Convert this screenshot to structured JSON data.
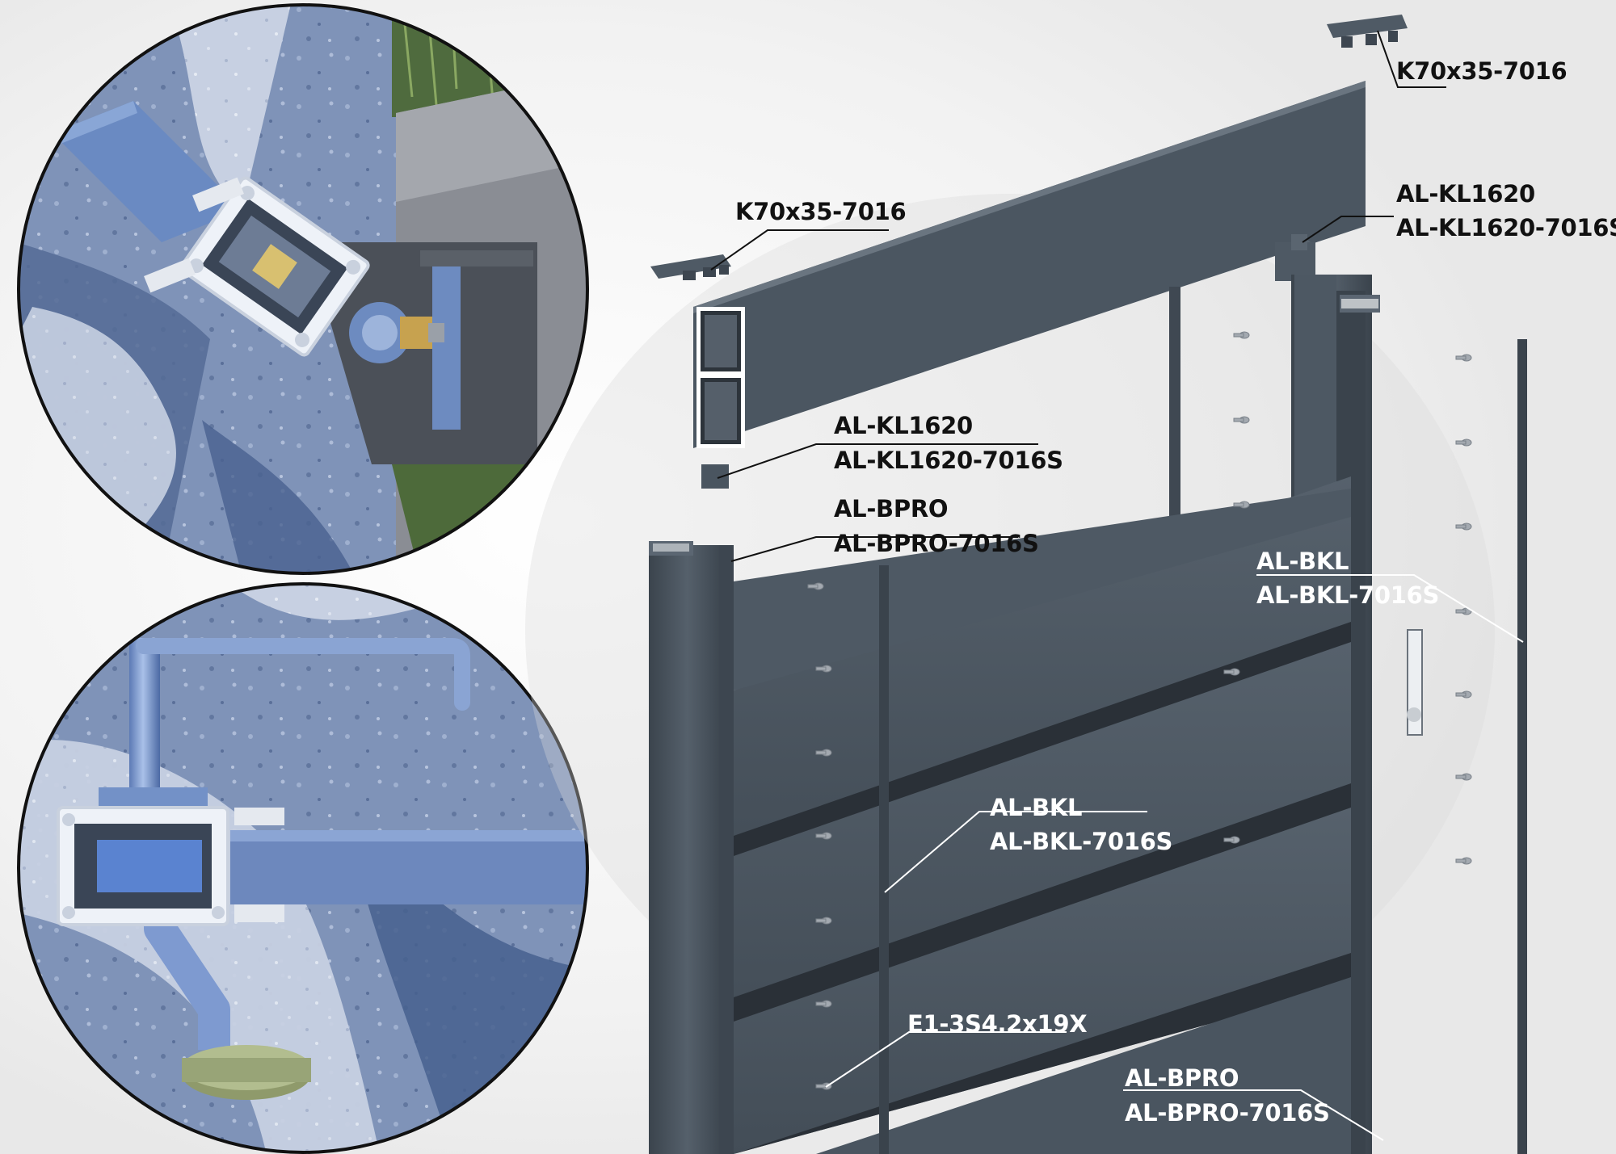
{
  "labels": {
    "endcap_top_right": "K70x35-7016",
    "endcap_top_left": "K70x35-7016",
    "post_cap_right_1": "AL-KL1620",
    "post_cap_right_2": "AL-KL1620-7016S",
    "rail_cap_left_1": "AL-KL1620",
    "rail_cap_left_2": "AL-KL1620-7016S",
    "post_left_1": "AL-BPRO",
    "post_left_2": "AL-BPRO-7016S",
    "clip_right_1": "AL-BKL",
    "clip_right_2": "AL-BKL-7016S",
    "clip_center_1": "AL-BKL",
    "clip_center_2": "AL-BKL-7016S",
    "screw": "E1-3S4.2x19X",
    "post_bottom_1": "AL-BPRO",
    "post_bottom_2": "AL-BPRO-7016S"
  },
  "colors": {
    "profile": "#4a5560",
    "profile_dark": "#2f363e",
    "profile_light": "#5d6873",
    "stone": "#8fa0be",
    "stone_dark": "#3e5682",
    "aluminium": "#e8edf5",
    "steel_blue": "#6d8bc0"
  }
}
